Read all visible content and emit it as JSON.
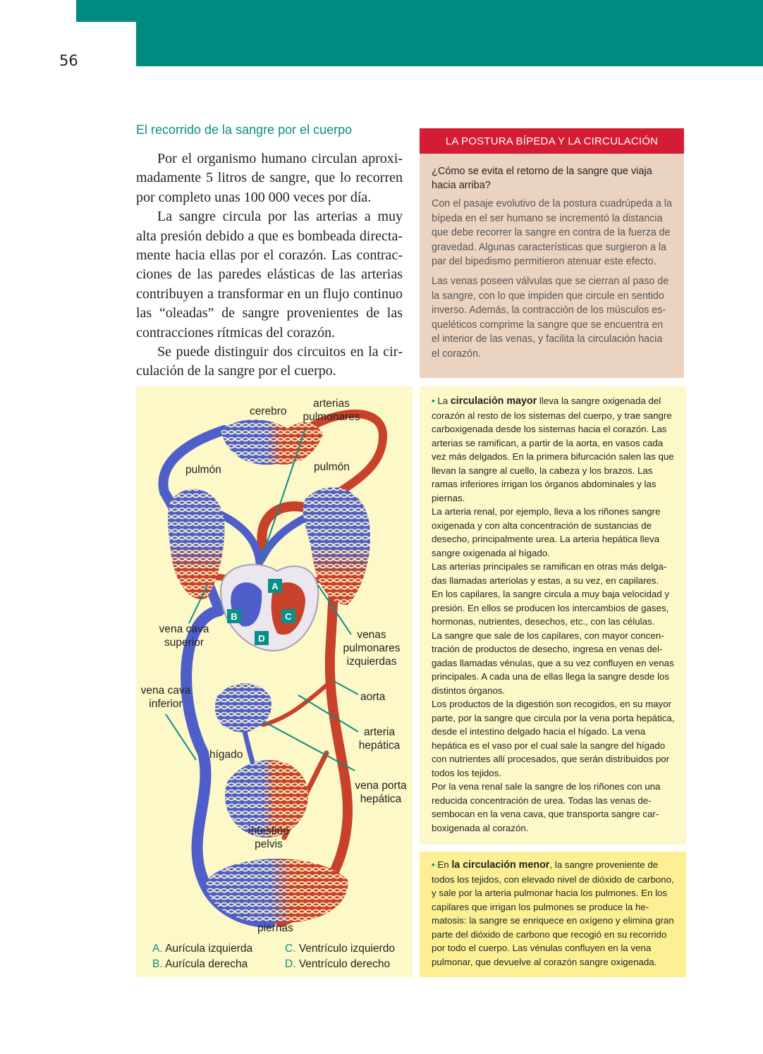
{
  "page": {
    "number": "56"
  },
  "section": {
    "title": "El recorrido de la sangre por el cuerpo",
    "paragraphs": [
      "Por el organismo humano circulan aproxi­madamente 5 litros de sangre, que lo recorren por completo unas 100 000 veces por día.",
      "La sangre circula por las arterias a muy alta presión debido a que es bombeada directa­mente hacia ellas por el corazón. Las contrac­ciones de las paredes elásticas de las arterias contribuyen a transformar en un flujo conti­nuo las “oleadas” de sangre provenientes de las contracciones rítmicas del corazón.",
      "Se puede distinguir dos circuitos en la cir­culación de la sangre por el cuerpo."
    ]
  },
  "sidebox": {
    "header": "LA POSTURA BÍPEDA Y LA CIRCULACIÓN",
    "question": "¿Cómo se evita el retorno de la sangre que viaja hacia arriba?",
    "paragraphs": [
      "Con el pasaje evolutivo de la postura cuadrúpeda a la bípeda en el ser humano se incrementó la distancia que debe recorrer la sangre en contra de la fuerza de gravedad. Algunas características que surgieron a la par del bipedismo permitieron atenuar este efecto.",
      "Las venas poseen válvulas que se cierran al paso de la sangre, con lo que impiden que circule en sentido inverso. Además, la contracción de los músculos es­queléticos comprime la sangre que se encuentra en el interior de las venas, y facilita la circulación hacia el corazón."
    ]
  },
  "figure": {
    "labels": {
      "cerebro": "cerebro",
      "arterias_pulmonares": "arterias pulmonares",
      "pulmon_left": "pulmón",
      "pulmon_right": "pulmón",
      "vena_cava_superior": "vena cava superior",
      "venas_pulmonares": "venas pulmonares izquierdas",
      "vena_cava_inferior": "vena cava inferior",
      "aorta": "aorta",
      "arteria_hepatica": "arteria hepática",
      "higado": "hígado",
      "vena_porta": "vena porta hepática",
      "intestino": "intestino pelvis",
      "piernas": "piernas"
    },
    "tags": {
      "a": "A",
      "b": "B",
      "c": "C",
      "d": "D"
    },
    "legend": [
      {
        "key": "A.",
        "text": "Aurícula izquierda"
      },
      {
        "key": "C.",
        "text": "Ventrículo izquierdo"
      },
      {
        "key": "B.",
        "text": "Aurícula derecha"
      },
      {
        "key": "D.",
        "text": "Ventrículo derecho"
      }
    ],
    "colors": {
      "artery": "#c8412a",
      "vein": "#4f5fc9",
      "heart": "#e8e0ee"
    }
  },
  "circulacion_mayor": {
    "bullet": "•",
    "intro": "La",
    "term": "circulación mayor",
    "rest": " lleva la sangre oxigenada del corazón al resto de los sistemas del cuerpo, y trae san­gre carboxigenada desde los sistemas hacia el corazón. Las arterias se ramifican, a partir de la aorta, en vasos cada vez más delgados. En la primera bifurcación salen las que llevan la sangre al cuello, la cabeza y los brazos. Las ramas inferiores irrigan los órganos abdominales y las piernas.",
    "paragraphs": [
      "La arteria renal, por ejemplo, lleva a los riñones sangre oxigenada y con alta concentración de sustancias de desecho, principalmente urea. La arteria hepática lleva sangre oxigenada al hígado.",
      "Las arterias principales se ramifican en otras más delga­das llamadas arteriolas y estas, a su vez, en capilares.",
      "En los capilares, la sangre circula a muy baja velocidad y presión. En ellos se producen los intercambios de gases, hormonas, nutrientes, desechos, etc., con las células.",
      "La sangre que sale de los capilares, con mayor concen­tración de productos de desecho, ingresa en venas del­gadas llamadas vénulas, que a su vez confluyen en venas principales. A cada una de ellas llega la sangre desde los distintos órganos.",
      "Los productos de la digestión son recogidos, en su ma­yor parte, por la sangre que circula por la vena porta hepática, desde el intestino delgado hacia el hígado. La vena hepática es el vaso por el cual sale la sangre del hígado con nutrientes allí procesados, que serán distri­buidos por todos los tejidos.",
      "Por la vena renal sale la sangre de los riñones con una reducida concentración de urea. Todas las venas de­sembocan en la vena cava, que transporta sangre car­boxigenada al corazón."
    ]
  },
  "circulacion_menor": {
    "bullet": "•",
    "intro": "En",
    "term": "la circulación menor",
    "rest": ", la sangre proveniente de todos los tejidos, con elevado nivel de dióxido de carbo­no, y sale por la arteria pulmonar hacia los pulmones. En los capilares que irrigan los pulmones se produce la he­matosis: la sangre se enriquece en oxígeno y elimina gran parte del dióxido de carbono que recogió en su recorri­do por todo el cuerpo. Las vénulas confluyen en la vena pulmonar, que devuelve al corazón sangre oxigenada."
  }
}
